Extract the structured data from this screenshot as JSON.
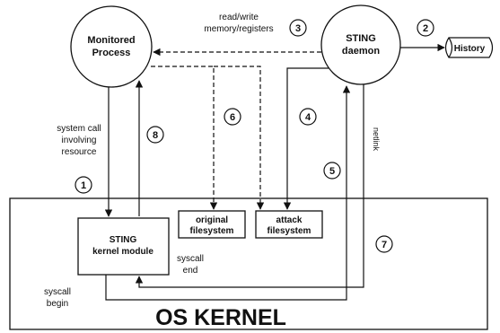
{
  "nodes": {
    "monitored_process": [
      "Monitored",
      "Process"
    ],
    "sting_daemon": [
      "STING",
      "daemon"
    ],
    "history": "History",
    "kernel_module": [
      "STING",
      "kernel module"
    ],
    "original_fs": [
      "original",
      "filesystem"
    ],
    "attack_fs": [
      "attack",
      "filesystem"
    ],
    "os_kernel": "OS KERNEL"
  },
  "labels": {
    "read_write": [
      "read/write",
      "memory/registers"
    ],
    "system_call": [
      "system call",
      "involving",
      "resource"
    ],
    "netlink": "netlink",
    "syscall_end": [
      "syscall",
      "end"
    ],
    "syscall_begin": [
      "syscall",
      "begin"
    ]
  },
  "steps": [
    "1",
    "2",
    "3",
    "4",
    "5",
    "6",
    "7",
    "8"
  ]
}
